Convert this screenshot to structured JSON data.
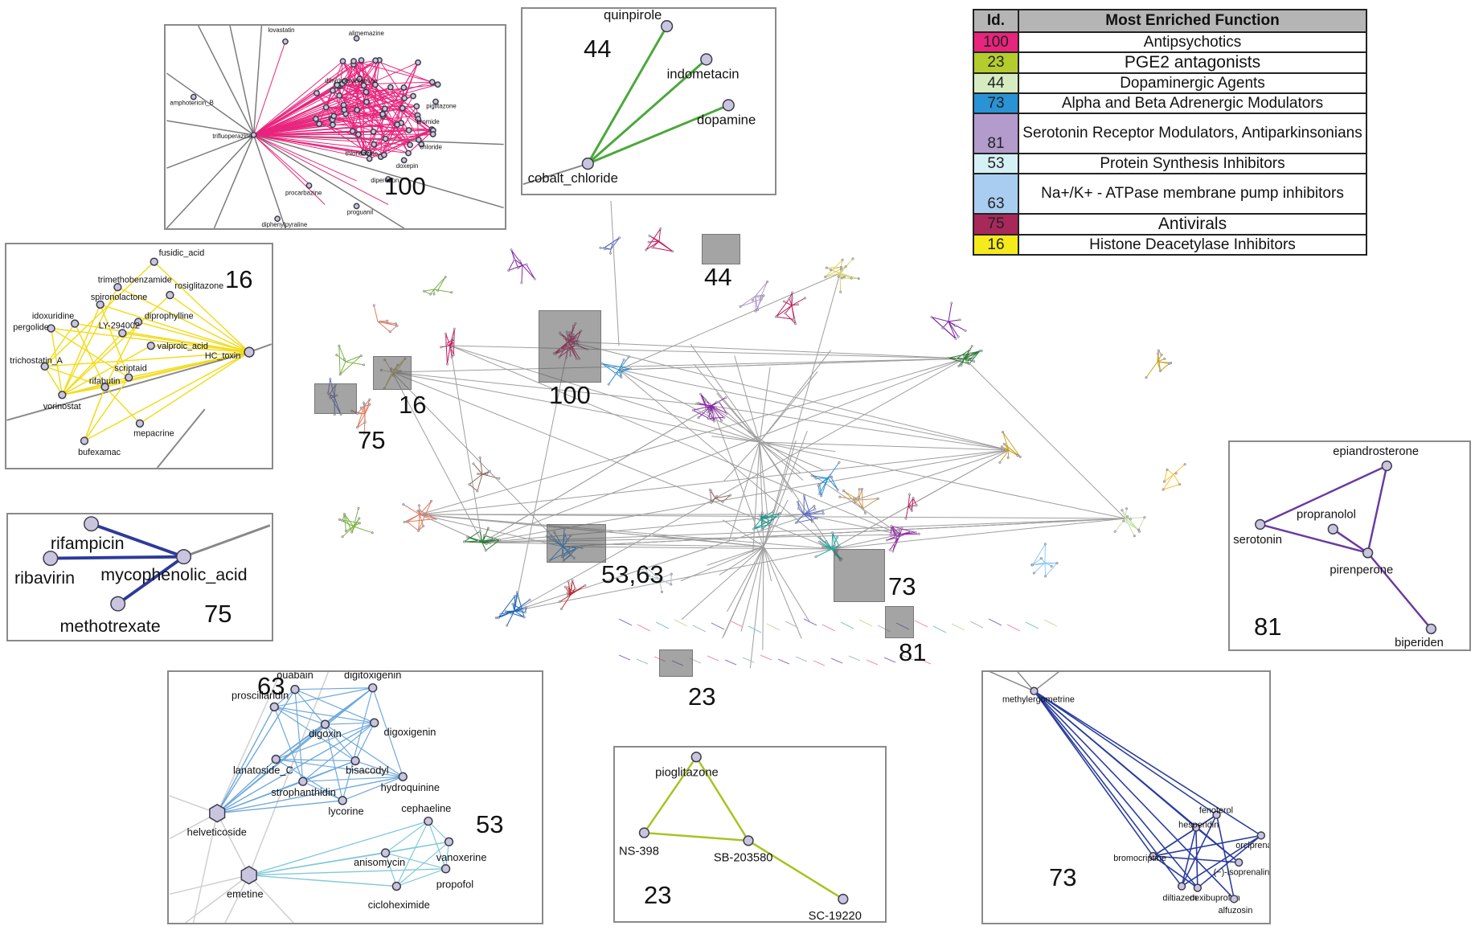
{
  "legend": {
    "header_id": "Id.",
    "header_function": "Most Enriched Function",
    "rows": [
      {
        "id": "100",
        "function": "Antipsychotics",
        "color": "#e8247c"
      },
      {
        "id": "23",
        "function": "PGE2 antagonists",
        "color": "#b5cc2e"
      },
      {
        "id": "44",
        "function": "Dopaminergic Agents",
        "color": "#d6ecc0"
      },
      {
        "id": "73",
        "function": "Alpha and Beta Adrenergic Modulators",
        "color": "#2a93d5"
      },
      {
        "id": "81",
        "function": "Serotonin Receptor Modulators, Antiparkinsonians",
        "color": "#b39bcc"
      },
      {
        "id": "53",
        "function": "Protein Synthesis Inhibitors",
        "color": "#d6f1f5"
      },
      {
        "id": "63",
        "function": "Na+/K+ - ATPase membrane pump inhibitors",
        "color": "#a8cdf0"
      },
      {
        "id": "75",
        "function": "Antivirals",
        "color": "#a8285a"
      },
      {
        "id": "16",
        "function": "Histone Deacetylase Inhibitors",
        "color": "#f4ea1c"
      }
    ]
  },
  "overview_labels": {
    "c44": "44",
    "c100": "100",
    "c16": "16",
    "c75": "75",
    "c5363": "53,63",
    "c73": "73",
    "c81": "81",
    "c23": "23"
  },
  "panel100": {
    "id": "100",
    "color": "#e8247c",
    "nodes": [
      "lovastatin",
      "alimemazine",
      "amphotericin_B",
      "dihydroergotamine",
      "trifluoperazine",
      "bromide",
      "chloride",
      "piglitazone",
      "doxepin",
      "diperodon",
      "procarbazine",
      "proguanil",
      "diphenylpyraline",
      "thioridazine"
    ]
  },
  "panel44": {
    "id": "44",
    "color": "#4aa83a",
    "nodes": [
      "quinpirole",
      "indometacin",
      "dopamine",
      "cobalt_chloride"
    ]
  },
  "panel16": {
    "id": "16",
    "color": "#f2dc1e",
    "nodes": [
      "fusidic_acid",
      "trimethobenzamide",
      "spironolactone",
      "rosiglitazone",
      "idoxuridine",
      "diprophylline",
      "pergolide",
      "LY-294002",
      "valproic_acid",
      "HC_toxin",
      "trichostatin_A",
      "scriptaid",
      "rifabutin",
      "vorinostat",
      "mepacrine",
      "bufexamac"
    ]
  },
  "panel75": {
    "id": "75",
    "color": "#2d3a9a",
    "nodes": [
      "rifampicin",
      "ribavirin",
      "mycophenolic_acid",
      "methotrexate"
    ]
  },
  "panel81": {
    "id": "81",
    "color": "#6a3aa0",
    "nodes": [
      "epiandrosterone",
      "propranolol",
      "serotonin",
      "pirenperone",
      "biperiden"
    ]
  },
  "panel6353": {
    "id63": "63",
    "id53": "53",
    "color63": "#6ea8dc",
    "color53": "#82c8dc",
    "nodes": [
      "ouabain",
      "digitoxigenin",
      "proscillaridin",
      "digoxin",
      "digoxigenin",
      "lanatoside_C",
      "bisacodyl",
      "hydroquinine",
      "strophanthidin",
      "lycorine",
      "helveticoside",
      "cephaeline",
      "vanoxerine",
      "anisomycin",
      "propofol",
      "emetine",
      "cicloheximide"
    ]
  },
  "panel23": {
    "id": "23",
    "color": "#a8c21e",
    "nodes": [
      "pioglitazone",
      "NS-398",
      "SB-203580",
      "SC-19220"
    ]
  },
  "panel73": {
    "id": "73",
    "color": "#2a3d9e",
    "nodes": [
      "methylergometrine",
      "fenoterol",
      "hesperidin",
      "orciprenaline",
      "bromocriptine",
      "(−)-isoprenaline",
      "diltiazem",
      "dexibuprofen",
      "alfuzosin"
    ]
  }
}
